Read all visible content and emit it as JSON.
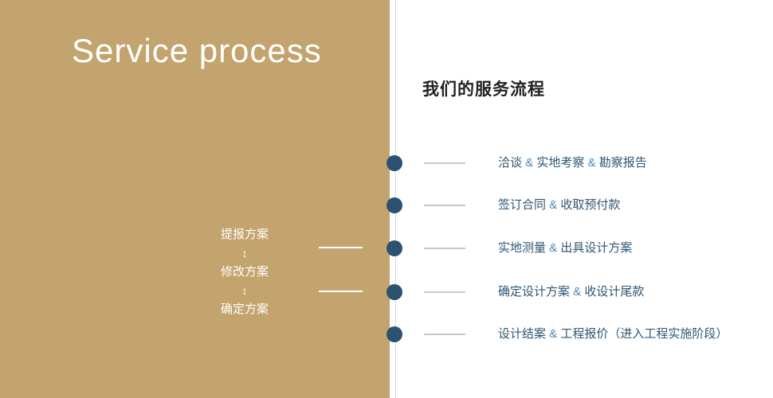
{
  "colors": {
    "panel_bg": "#c3a36e",
    "title_text": "#ffffff",
    "step_text": "#ffffff",
    "heading_text": "#222222",
    "item_text": "#2f5672",
    "ampersand": "#4e86b0",
    "dot": "#2d5170",
    "dash": "#c8c8c8",
    "divider": "#d8d8d8"
  },
  "left_panel": {
    "title": "Service process",
    "steps": [
      "提报方案",
      "修改方案",
      "确定方案"
    ],
    "arrow": "↕"
  },
  "right_panel": {
    "heading": "我们的服务流程",
    "items": [
      "洽谈 & 实地考察 & 勘察报告",
      "签订合同 & 收取预付款",
      "实地测量 & 出具设计方案",
      "确定设计方案 & 收设计尾款",
      "设计结案 & 工程报价（进入工程实施阶段）"
    ]
  }
}
